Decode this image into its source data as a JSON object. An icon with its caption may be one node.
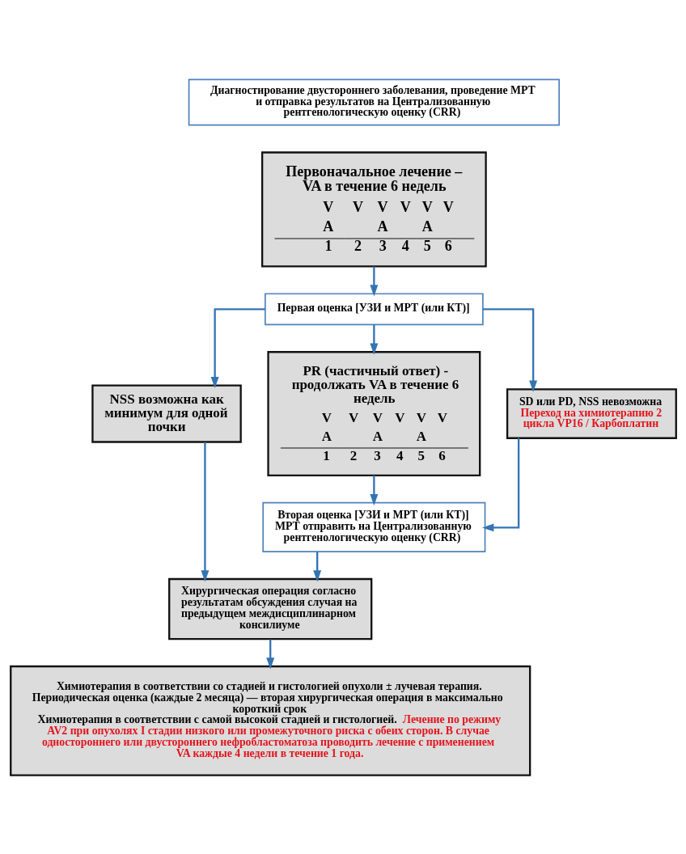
{
  "diagram": {
    "nodes": [
      {
        "text": [
          "Диагностирование двустороннего заболевания, проведение МРТ и отправка результатов на Централизованную рентгенологическую оценку (CRR)"
        ]
      },
      {
        "text": [
          "Первоначальное лечение – VA в течение 6 недель",
          "V V V V V V",
          "A A A",
          "1 2 3 4 5 6"
        ]
      },
      {
        "text": [
          "Первая оценка [УЗИ и МРТ (или КТ)]"
        ]
      },
      {
        "text": [
          "NSS возможна как минимум для одной почки"
        ]
      },
      {
        "text": [
          "PR (частичный ответ) - продолжать VA в течение 6 недель",
          "V V V V V V",
          "A A A",
          "1 2 3 4 5 6"
        ]
      },
      {
        "text": [
          "SD или PD, NSS невозможна",
          "Переход на химиотерапию 2 цикла VP16 / Карбоплатин"
        ]
      },
      {
        "text": [
          "Вторая оценка [УЗИ и МРТ (или КТ)]",
          "МРТ отправить на Централизованную рентгенологическую оценку (CRR)"
        ]
      },
      {
        "text": [
          "Хирургическая операция согласно результатам обсуждения случая на предыдущем междисциплинарном консилиуме"
        ]
      },
      {
        "text": [
          "Химиотерапия в соответствии со стадией и гистологией опухоли ± лучевая терапия.",
          "Периодическая оценка (каждые 2 месяца) — вторая хирургическая операция в максимально короткий срок",
          "Химиотерапия в соответствии с самой высокой стадией и гистологией.",
          "Лечение по режиму AV2 при опухолях I стадии низкого или промежуточного риска с обеих сторон. В случае одностороннего или двустороннего нефробластоматоза проводить лечение с применением VA каждые 4 недели в течение 1 года."
        ]
      }
    ],
    "edges": [
      {
        "from": 1,
        "to": 2,
        "arrow": "to"
      },
      {
        "from": 2,
        "to": 3,
        "arrow": "to"
      },
      {
        "from": 2,
        "to": 4,
        "arrow": "to"
      },
      {
        "from": 2,
        "to": 5,
        "arrow": "to"
      },
      {
        "from": 4,
        "to": 6,
        "arrow": "to"
      },
      {
        "from": 5,
        "to": 6,
        "arrow": "to"
      },
      {
        "from": 3,
        "to": 7,
        "arrow": "to"
      },
      {
        "from": 6,
        "to": 7,
        "arrow": "to"
      },
      {
        "from": 7,
        "to": 8,
        "arrow": "to"
      }
    ]
  }
}
